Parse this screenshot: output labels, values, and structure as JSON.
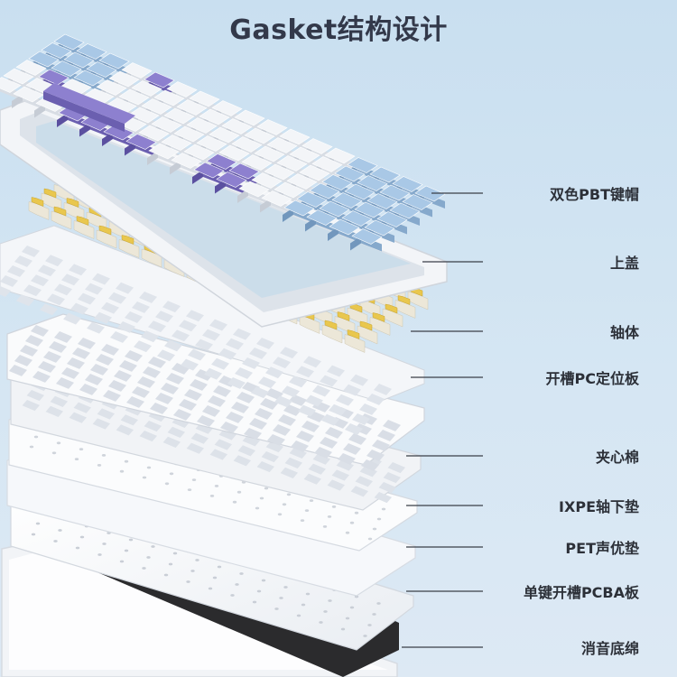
{
  "title": "Gasket结构设计",
  "layers": [
    {
      "id": "keycaps",
      "label": "双色PBT键帽"
    },
    {
      "id": "top-case",
      "label": "上盖"
    },
    {
      "id": "switches",
      "label": "轴体"
    },
    {
      "id": "pc-plate",
      "label": "开槽PC定位板"
    },
    {
      "id": "sandwich-foam",
      "label": "夹心棉"
    },
    {
      "id": "ixpe-pad",
      "label": "IXPE轴下垫"
    },
    {
      "id": "pet-pad",
      "label": "PET声优垫"
    },
    {
      "id": "pcba",
      "label": "单键开槽PCBA板"
    },
    {
      "id": "bottom-foam",
      "label": "消音底绵"
    }
  ],
  "colors": {
    "background": "#cfe2f2",
    "keycap_white": "#f3f5f8",
    "keycap_blue": "#a9c8e6",
    "keycap_purple": "#8d80cf",
    "switch_yellow": "#e9c74e",
    "switch_housing": "#ece7d8",
    "plate_white": "#f7f8fa",
    "bottom_foam": "#2b2b2d",
    "label_text": "#2c3038",
    "title_text": "#33394a"
  }
}
